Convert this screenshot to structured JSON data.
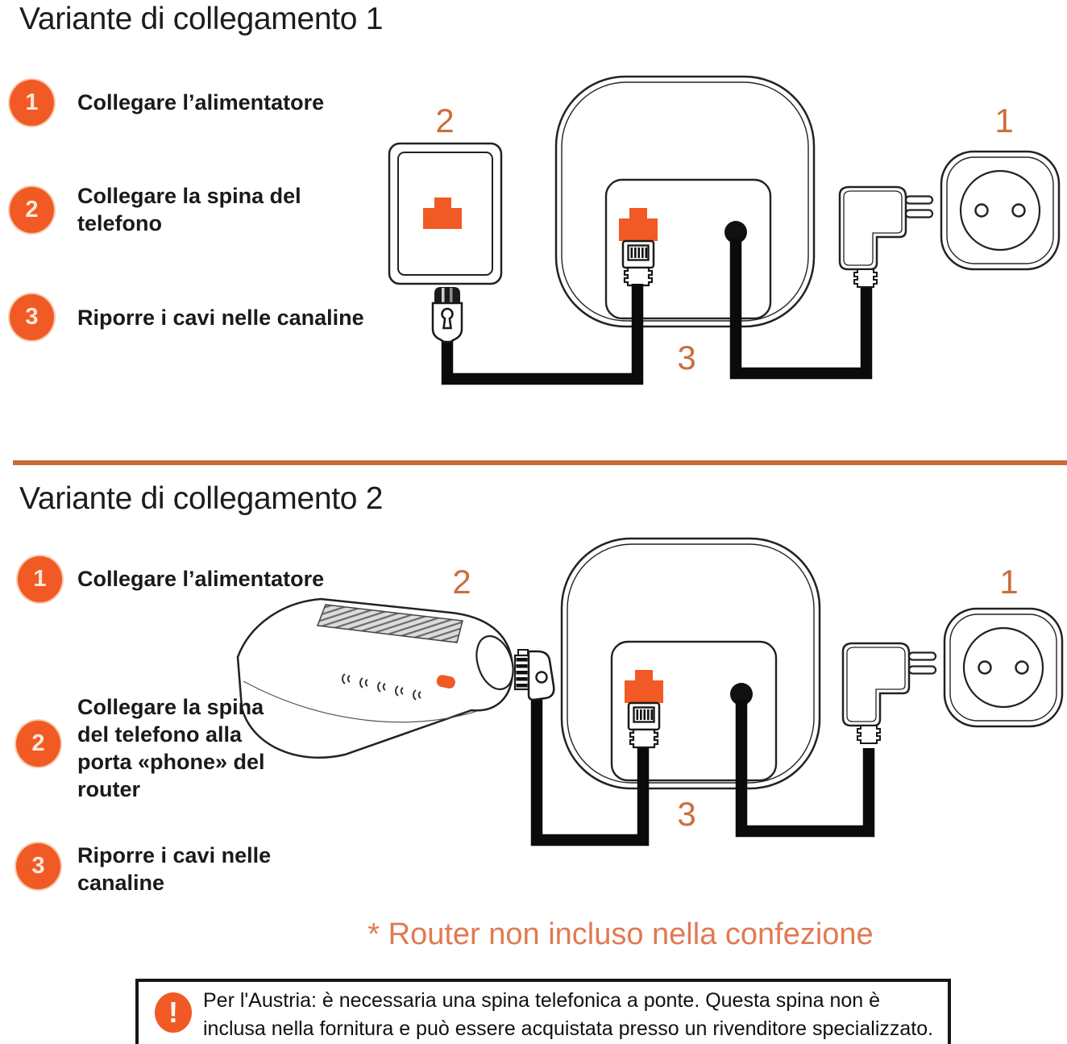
{
  "colors": {
    "accent_orange": "#F15A24",
    "muted_label_orange": "#C96F3E",
    "divider_orange": "#C96A33",
    "footnote_orange": "#E07A52",
    "line_black": "#1a1a1a"
  },
  "section1": {
    "title": "Variante di collegamento 1",
    "steps": [
      {
        "num": "1",
        "text": "Collegare l’alimentatore"
      },
      {
        "num": "2",
        "text": "Collegare la spina del\ntelefono"
      },
      {
        "num": "3",
        "text": "Riporre i cavi nelle canaline"
      }
    ],
    "diagram_labels": {
      "phone_socket": "2",
      "power_outlet": "1",
      "cable_ducts": "3"
    }
  },
  "section2": {
    "title": "Variante di collegamento 2",
    "steps": [
      {
        "num": "1",
        "text": "Collegare l’alimentatore"
      },
      {
        "num": "2",
        "text": "Collegare la spina\ndel telefono alla\nporta «phone» del\nrouter"
      },
      {
        "num": "3",
        "text": "Riporre i cavi nelle\ncanaline"
      }
    ],
    "diagram_labels": {
      "router": "2",
      "power_outlet": "1",
      "cable_ducts": "3"
    },
    "footnote": "* Router non incluso nella confezione"
  },
  "note": {
    "icon": "!",
    "text": "Per l'Austria: è necessaria una spina telefonica a ponte. Questa spina non è\ninclusa nella fornitura e può essere acquistata presso un rivenditore specializzato."
  }
}
